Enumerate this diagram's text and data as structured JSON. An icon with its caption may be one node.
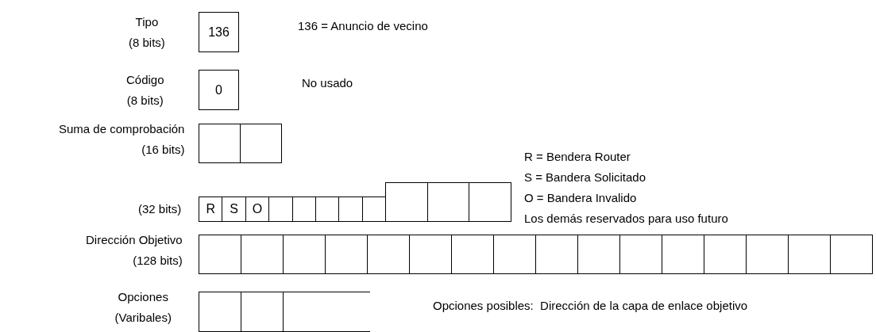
{
  "diagram": {
    "nodes": [
      {
        "text": [
          "136"
        ]
      },
      {
        "text": [
          "0"
        ]
      },
      {
        "text": [],
        "shape": "box"
      },
      {
        "text": [],
        "shape": "box"
      },
      {
        "text": [
          "R"
        ]
      },
      {
        "text": [
          "S"
        ]
      },
      {
        "text": [
          "O"
        ]
      },
      {
        "text": [],
        "shape": "box"
      },
      {
        "text": [],
        "shape": "box"
      },
      {
        "text": [],
        "shape": "box"
      },
      {
        "text": [],
        "shape": "box"
      },
      {
        "text": [],
        "shape": "box"
      },
      {
        "text": [],
        "shape": "box"
      },
      {
        "text": [],
        "shape": "box"
      },
      {
        "text": [],
        "shape": "box"
      },
      {
        "text": [],
        "shape": "box"
      },
      {
        "text": [],
        "shape": "box"
      },
      {
        "text": [],
        "shape": "box"
      },
      {
        "text": [],
        "shape": "box"
      },
      {
        "text": [],
        "shape": "box"
      },
      {
        "text": [],
        "shape": "box"
      },
      {
        "text": [],
        "shape": "box"
      },
      {
        "text": [],
        "shape": "box"
      },
      {
        "text": [],
        "shape": "box"
      },
      {
        "text": [],
        "shape": "box"
      },
      {
        "text": [],
        "shape": "box"
      },
      {
        "text": [],
        "shape": "box"
      },
      {
        "text": [],
        "shape": "box"
      },
      {
        "text": [],
        "shape": "box"
      },
      {
        "text": [],
        "shape": "box"
      },
      {
        "text": [],
        "shape": "box"
      },
      {
        "text": [],
        "shape": "box"
      },
      {
        "text": [],
        "shape": "box"
      },
      {
        "text": [],
        "shape": "box"
      }
    ],
    "labels": [
      "Tipo (8 bits)",
      "136 = Anuncio de vecino",
      "Código (8 bits)",
      "No usado",
      "Suma de comprobación (16 bits)",
      "R = Bendera Router",
      "S = Bandera Solicitado",
      "O = Bandera Invalido",
      "(32 bits)",
      "Los demás reservados para uso futuro",
      "Dirección Objetivo (128 bits)",
      "Opciones (Varibales)",
      "Opciones posibles:  Dirección de la capa de enlace objetivo"
    ]
  }
}
